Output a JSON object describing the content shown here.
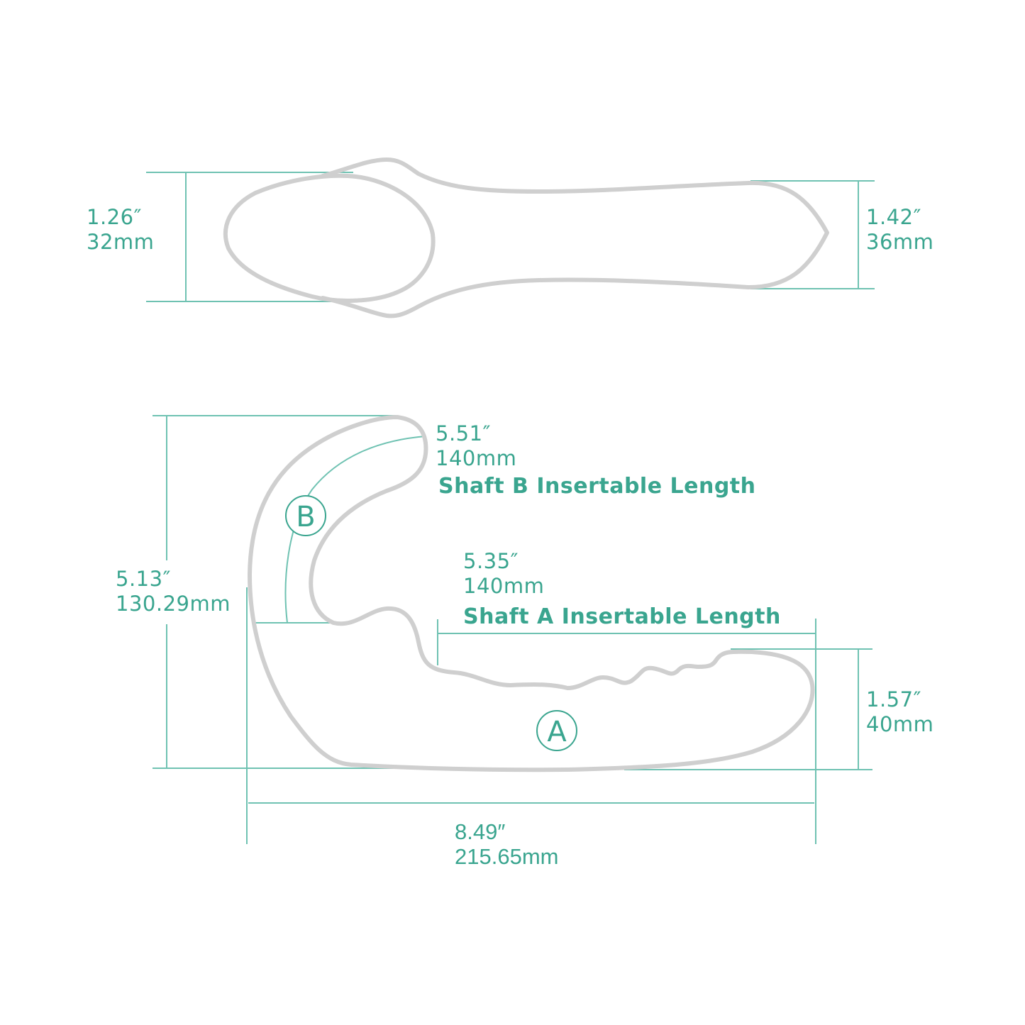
{
  "colors": {
    "accent": "#3aa58f",
    "dimension_line": "#6fc2b2",
    "outline": "#cfcfcf",
    "background": "#ffffff"
  },
  "top_view": {
    "left_dim": {
      "inches": "1.26″",
      "mm": "32mm"
    },
    "right_dim": {
      "inches": "1.42″",
      "mm": "36mm"
    }
  },
  "side_view": {
    "shaft_b": {
      "inches": "5.51″",
      "mm": "140mm",
      "caption": "Shaft B Insertable Length",
      "marker": "B"
    },
    "shaft_a": {
      "inches": "5.35″",
      "mm": "140mm",
      "caption": "Shaft A Insertable Length",
      "marker": "A"
    },
    "height": {
      "inches": "5.13″",
      "mm": "130.29mm"
    },
    "tip_width": {
      "inches": "1.57″",
      "mm": "40mm"
    },
    "total_length": {
      "inches": "8.49″",
      "mm": "215.65mm"
    }
  }
}
